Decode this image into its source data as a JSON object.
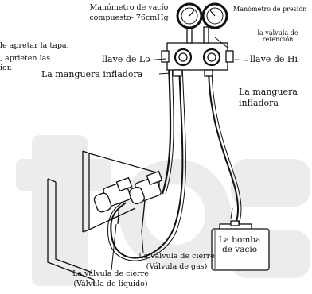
{
  "labels": {
    "vacuum_gauge_line1": "Manómetro de vacío",
    "vacuum_gauge_line2": "compuesto- 76cmHg",
    "pressure_gauge": "Manómetro de presión",
    "check_valve_line1": "la válvula de",
    "check_valve_line2": "retención",
    "low_valve": "llave de Lo",
    "high_valve": "llave de Hi",
    "charge_hose_left": "La manguera infladora",
    "charge_hose_right_line1": "La manguera",
    "charge_hose_right_line2": "infladora",
    "vacuum_pump_line1": "La bomba",
    "vacuum_pump_line2": "de vacío",
    "liquid_valve_line1": "La válvula de cierre",
    "liquid_valve_line2": "(Válvula de líquido)",
    "gas_valve_line1": "La válvula de cierre",
    "gas_valve_line2": "(Válvula de gas)"
  },
  "side_text": {
    "line1": "le apretar la tapa.",
    "line2": ", aprieten las",
    "line3": "ior."
  },
  "colors": {
    "line": "#111111",
    "watermark": "#ececec",
    "background": "#ffffff"
  }
}
